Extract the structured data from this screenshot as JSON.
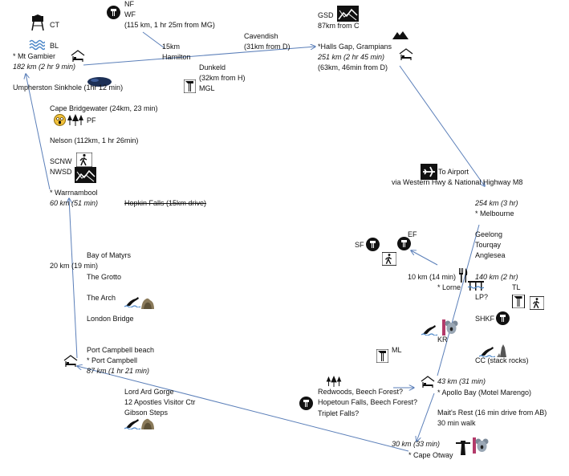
{
  "nodes": {
    "ct": "CT",
    "bl": "BL",
    "mt_gambier": "* Mt Gambier",
    "mt_gambier_dist": "182 km (2 hr 9 min)",
    "umpherston": "Umpherston Sinkhole (1hr 12 min)",
    "nf": "NF",
    "wf": "WF",
    "wf_dist": "(115 km, 1 hr 25m from MG)",
    "hamilton_dist": "15km",
    "hamilton": "Hamilton",
    "cavendish": "Cavendish",
    "cavendish_dist": "(31km from D)",
    "dunkeld": "Dunkeld",
    "dunkeld_dist": "(32km from H)",
    "mgl": "MGL",
    "gsd": "GSD",
    "gsd_dist": "87km from C",
    "halls_gap": "*Halls Gap, Grampians",
    "halls_gap_dist": "251 km (2 hr 45 min)",
    "halls_gap_dist2": "(63km, 46min from D)",
    "cape_bridgewater": "Cape Bridgewater (24km, 23 min)",
    "pf": "PF",
    "nelson": "Nelson (112km, 1 hr 26min)",
    "scnw": "SCNW",
    "nwsd": "NWSD",
    "warrnambool": "* Warrnambool",
    "warrnambool_dist": "60 km (51 min)",
    "hopkin_falls": "Hopkin Falls (15km drive)",
    "airport": "To Airport",
    "airport_route": "via Western Hwy & National Highway M8",
    "melbourne_dist": "254 km (3 hr)",
    "melbourne": "* Melbourne",
    "geelong": "Geelong",
    "torquay": "Tourqay",
    "anglesea": "Anglesea",
    "ef": "EF",
    "sf": "SF",
    "lorne_dist": "10 km (14 min)",
    "lorne": "* Lorne",
    "lorne_dist2": "140 km (2 hr)",
    "lp": "LP?",
    "tl": "TL",
    "shkf": "SHKF",
    "kr": "KR",
    "ml": "ML",
    "cc": "CC (stack rocks)",
    "apollo_dist": "43 km (31 min)",
    "apollo": "* Apollo Bay (Motel Marengo)",
    "bay_dist": "20 km (19 min)",
    "bay_of_matyrs": "Bay of Matyrs",
    "grotto": "The Grotto",
    "arch": "The Arch",
    "london_bridge": "London Bridge",
    "port_campbell_beach": "Port Campbell beach",
    "port_campbell": "* Port Campbell",
    "port_campbell_dist": "87 km (1 hr 21 min)",
    "lord_ard": "Lord Ard Gorge",
    "twelve_apostles": "12 Apostles Visitor Ctr",
    "gibson": "Gibson Steps",
    "redwoods": "Redwoods, Beech Forest?",
    "hopetoun": "Hopetoun Falls, Beech Forest?",
    "triplet": "Triplet Falls?",
    "maits_rest": "Mait's Rest (16 min drive from AB)",
    "maits_walk": "30 min walk",
    "otway_dist": "30 km (33 min)",
    "cape_otway": "* Cape Otway"
  },
  "colors": {
    "link": "#5b7fb9",
    "icon_dark": "#111111",
    "wave": "#4a86c8"
  }
}
